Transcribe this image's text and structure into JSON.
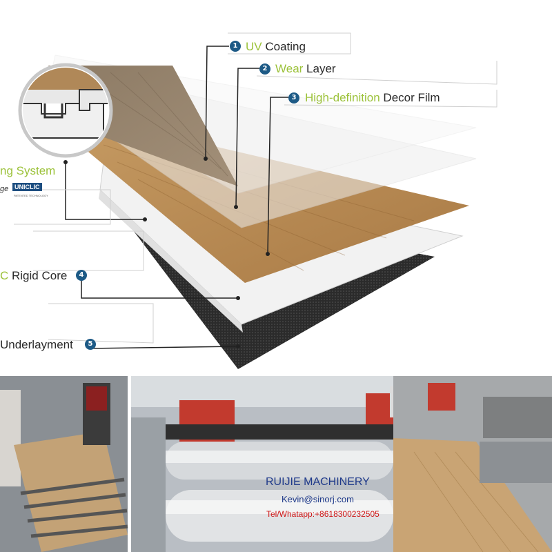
{
  "callouts": [
    {
      "num": "1",
      "highlight": "UV",
      "rest": " Coating"
    },
    {
      "num": "2",
      "highlight": "Wear",
      "rest": " Layer"
    },
    {
      "num": "3",
      "highlight": "High-definition",
      "rest": " Decor Film"
    },
    {
      "num": "4",
      "highlight": "C",
      "rest": " Rigid Core"
    },
    {
      "num": "5",
      "highlight": "",
      "rest": "Underlayment"
    }
  ],
  "locking": {
    "label": "ng System",
    "brand_prefix": "ge",
    "brand": "UNICLIC",
    "brand_sub": "PATENTED TECHNOLOGY"
  },
  "watermark": {
    "company": "RUIJIE MACHINERY",
    "email": "Kevin@sinorj.com",
    "phone": "Tel/Whatapp:+8618300232505"
  },
  "colors": {
    "accent": "#9cc23a",
    "badge": "#1d5a86",
    "watermark": "#1f3a8a",
    "phone": "#d01818"
  }
}
